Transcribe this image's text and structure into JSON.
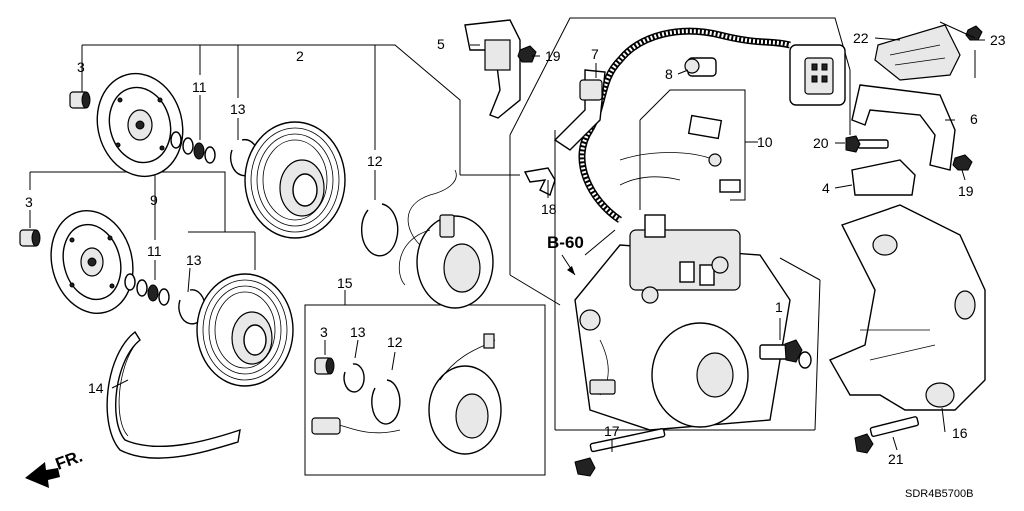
{
  "diagram": {
    "code": "SDR4B5700B",
    "ref_label": "B-60",
    "direction_label": "FR.",
    "callouts": [
      {
        "id": "c1",
        "text": "1"
      },
      {
        "id": "c2",
        "text": "2"
      },
      {
        "id": "c3a",
        "text": "3"
      },
      {
        "id": "c3b",
        "text": "3"
      },
      {
        "id": "c3c",
        "text": "3"
      },
      {
        "id": "c4",
        "text": "4"
      },
      {
        "id": "c5",
        "text": "5"
      },
      {
        "id": "c6",
        "text": "6"
      },
      {
        "id": "c7",
        "text": "7"
      },
      {
        "id": "c8",
        "text": "8"
      },
      {
        "id": "c9",
        "text": "9"
      },
      {
        "id": "c10",
        "text": "10"
      },
      {
        "id": "c11a",
        "text": "11"
      },
      {
        "id": "c11b",
        "text": "11"
      },
      {
        "id": "c12a",
        "text": "12"
      },
      {
        "id": "c12b",
        "text": "12"
      },
      {
        "id": "c13a",
        "text": "13"
      },
      {
        "id": "c13b",
        "text": "13"
      },
      {
        "id": "c13c",
        "text": "13"
      },
      {
        "id": "c14",
        "text": "14"
      },
      {
        "id": "c15",
        "text": "15"
      },
      {
        "id": "c16",
        "text": "16"
      },
      {
        "id": "c17",
        "text": "17"
      },
      {
        "id": "c18",
        "text": "18"
      },
      {
        "id": "c19a",
        "text": "19"
      },
      {
        "id": "c19b",
        "text": "19"
      },
      {
        "id": "c20",
        "text": "20"
      },
      {
        "id": "c21",
        "text": "21"
      },
      {
        "id": "c22",
        "text": "22"
      },
      {
        "id": "c23",
        "text": "23"
      }
    ]
  }
}
